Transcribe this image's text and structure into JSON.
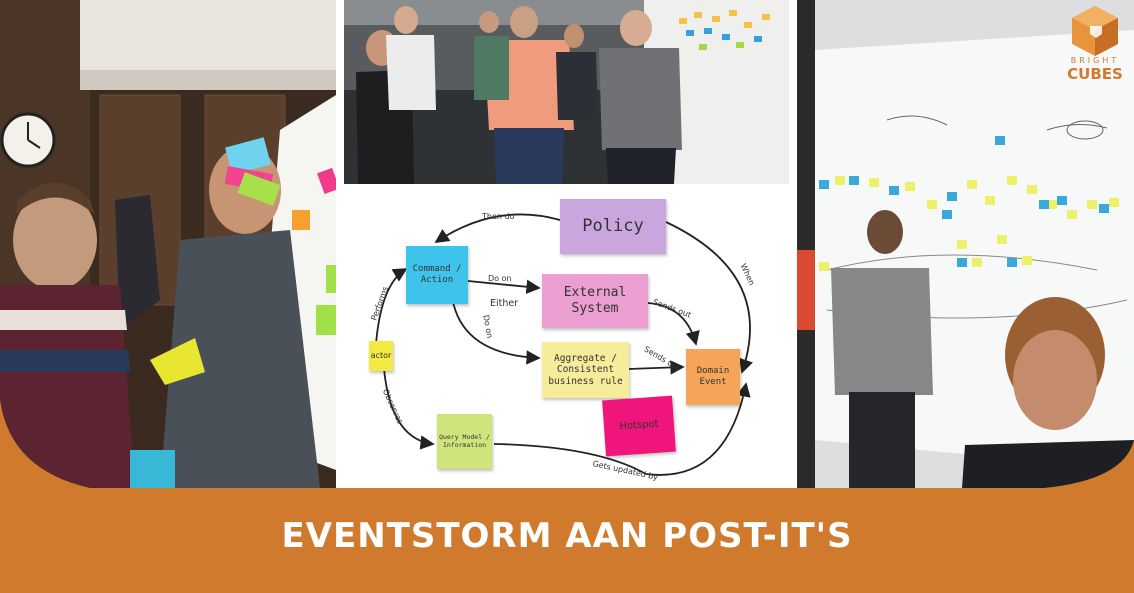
{
  "banner": {
    "title": "EVENTSTORM AAN POST-IT'S",
    "color": "#d07a2e"
  },
  "logo": {
    "word_top": "BRIGHT",
    "word_bottom": "CUBES",
    "color": "#d07a2e"
  },
  "diagram": {
    "notes": {
      "policy": "Policy",
      "command": "Command / Action",
      "external": "External System",
      "aggregate": "Aggregate / Consistent business rule",
      "domain_event": "Domain Event",
      "actor": "actor",
      "query": "Query Model / Information",
      "hotspot": "Hotspot"
    },
    "edges": {
      "then_do": "Then do",
      "do_on_1": "Do on",
      "either": "Either",
      "do_on_2": "Do on",
      "sends_out_1": "Sends out",
      "sends_out_2": "Sends out",
      "when": "When",
      "performs": "Performs",
      "observes": "Observes",
      "gets_updated_by": "Gets updated by"
    },
    "colors": {
      "policy": "#c9a6de",
      "command": "#3ec4ea",
      "external": "#ea9fd0",
      "aggregate": "#f7ec9a",
      "domain_event": "#f6a45a",
      "actor": "#f3ea43",
      "query": "#cfe47a",
      "hotspot": "#f0157a"
    }
  }
}
